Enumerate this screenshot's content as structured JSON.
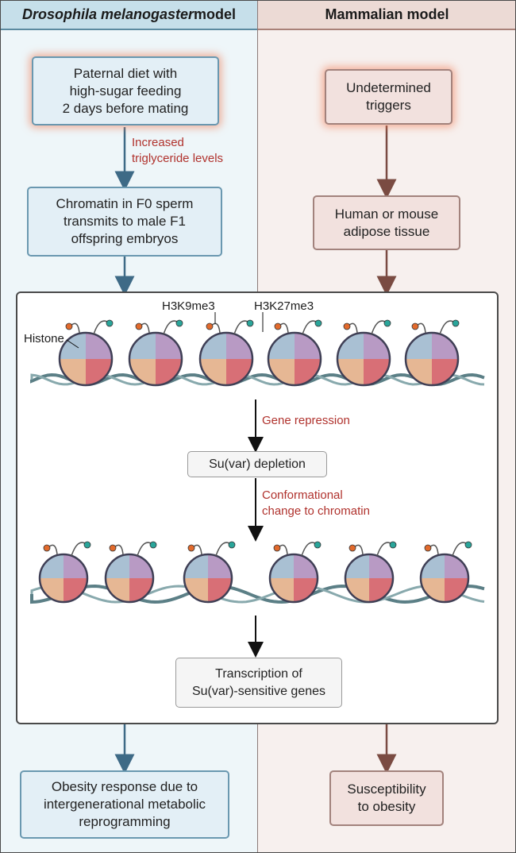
{
  "columns": {
    "left_title_italic": "Drosophila melanogaster",
    "left_title_rest": " model",
    "right_title": "Mammalian model"
  },
  "left": {
    "box1": "Paternal diet with\nhigh-sugar feeding\n2 days before mating",
    "arrow1_label": "Increased\ntriglyceride levels",
    "box2": "Chromatin in F0 sperm\ntransmits to male F1\noffspring embryos",
    "box3": "Obesity response due to\nintergenerational metabolic\nreprogramming"
  },
  "right": {
    "box1": "Undetermined\ntriggers",
    "box2": "Human or mouse\nadipose tissue",
    "box3": "Susceptibility\nto obesity"
  },
  "panel": {
    "label_histone": "Histone",
    "label_h3k9": "H3K9me3",
    "label_h3k27": "H3K27me3",
    "step1_label": "Gene repression",
    "box_depletion": "Su(var) depletion",
    "step2_label": "Conformational\nchange to chromatin",
    "box_transcription": "Transcription of\nSu(var)-sensitive genes"
  },
  "colors": {
    "blue_arrow": "#3e6a86",
    "rose_arrow": "#7a4b42",
    "h3k9_mark": "#e26a2c",
    "h3k27_mark": "#2aa59a"
  }
}
